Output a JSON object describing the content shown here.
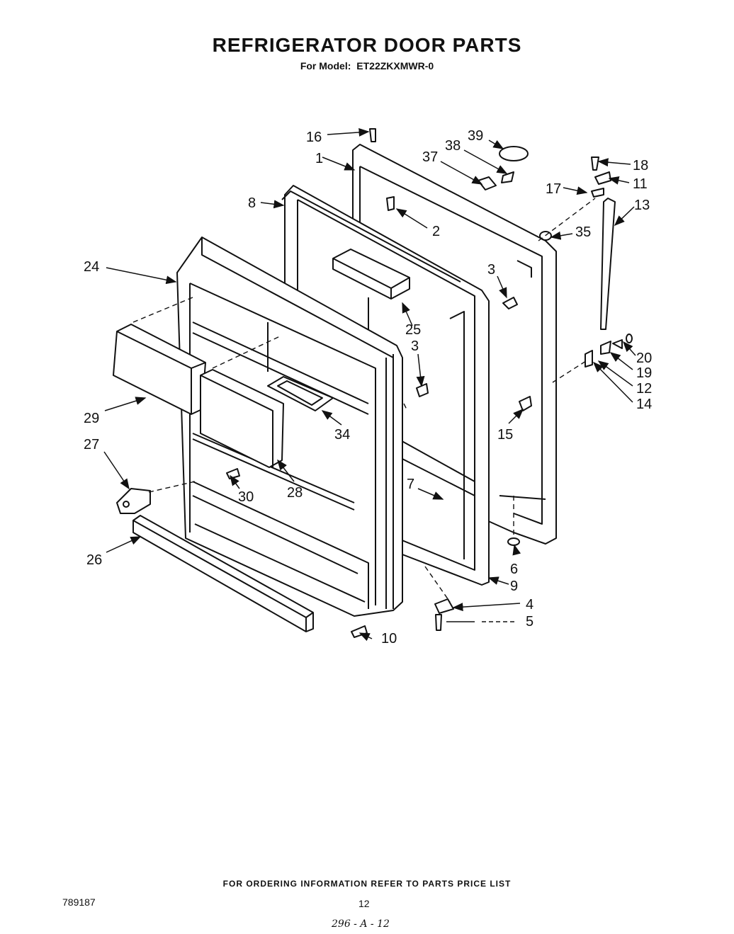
{
  "header": {
    "title": "REFRIGERATOR DOOR PARTS",
    "model_prefix": "For Model:",
    "model_number": "ET22ZKXMWR-0"
  },
  "callouts": [
    {
      "id": "16",
      "label": "16"
    },
    {
      "id": "1",
      "label": "1"
    },
    {
      "id": "39",
      "label": "39"
    },
    {
      "id": "38",
      "label": "38"
    },
    {
      "id": "37",
      "label": "37"
    },
    {
      "id": "18",
      "label": "18"
    },
    {
      "id": "11",
      "label": "11"
    },
    {
      "id": "17",
      "label": "17"
    },
    {
      "id": "13",
      "label": "13"
    },
    {
      "id": "8",
      "label": "8"
    },
    {
      "id": "2",
      "label": "2"
    },
    {
      "id": "35",
      "label": "35"
    },
    {
      "id": "24",
      "label": "24"
    },
    {
      "id": "3a",
      "label": "3"
    },
    {
      "id": "25",
      "label": "25"
    },
    {
      "id": "3b",
      "label": "3"
    },
    {
      "id": "20",
      "label": "20"
    },
    {
      "id": "19",
      "label": "19"
    },
    {
      "id": "12",
      "label": "12"
    },
    {
      "id": "14",
      "label": "14"
    },
    {
      "id": "29",
      "label": "29"
    },
    {
      "id": "34",
      "label": "34"
    },
    {
      "id": "15",
      "label": "15"
    },
    {
      "id": "27",
      "label": "27"
    },
    {
      "id": "7",
      "label": "7"
    },
    {
      "id": "30",
      "label": "30"
    },
    {
      "id": "28",
      "label": "28"
    },
    {
      "id": "26",
      "label": "26"
    },
    {
      "id": "6",
      "label": "6"
    },
    {
      "id": "9",
      "label": "9"
    },
    {
      "id": "4",
      "label": "4"
    },
    {
      "id": "5",
      "label": "5"
    },
    {
      "id": "10",
      "label": "10"
    }
  ],
  "footer": {
    "ordering_note": "FOR ORDERING INFORMATION REFER TO PARTS PRICE LIST",
    "doc_number": "789187",
    "page_number": "12",
    "handwritten_ref": "296 - A - 12"
  }
}
